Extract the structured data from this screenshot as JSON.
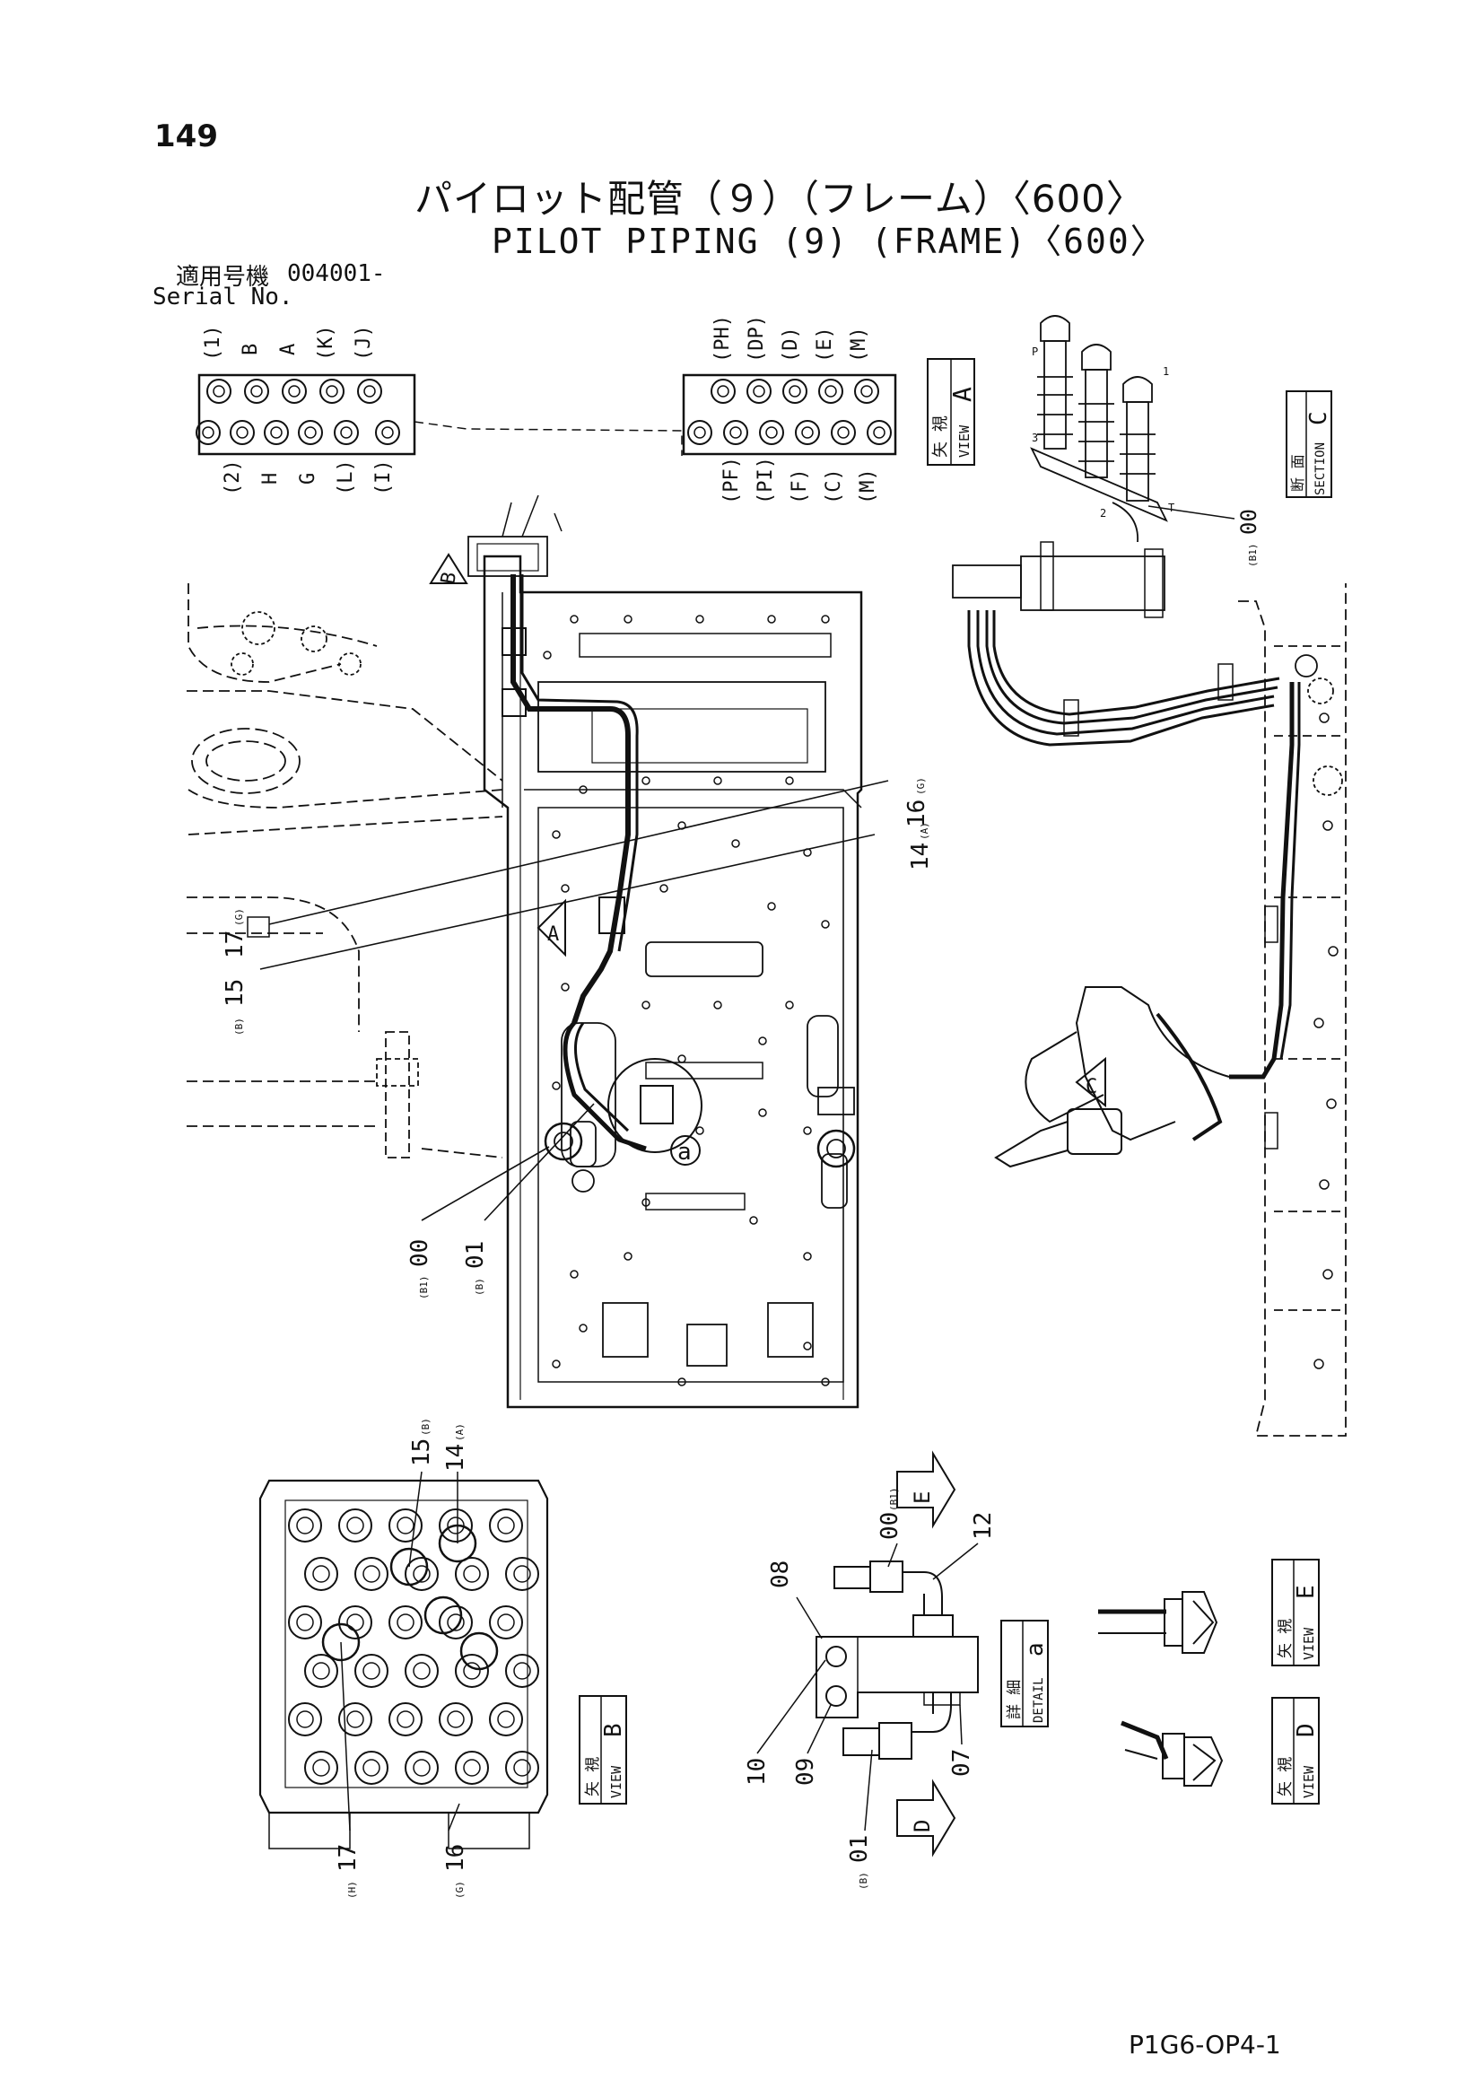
{
  "page": {
    "number": "149",
    "title_ja": "パイロット配管（９）（フレーム）〈600〉",
    "title_en": "PILOT PIPING (9) (FRAME)〈600〉",
    "serial_label_ja": "適用号機",
    "serial_value": "004001-",
    "serial_label_en": "Serial No.",
    "footer_code": "P1G6-OP4-1"
  },
  "port_blocks": {
    "left_top_labels": [
      "(1)",
      "B",
      "A",
      "(K)",
      "(J)"
    ],
    "left_bottom_labels": [
      "(2)",
      "H",
      "G",
      "(L)",
      "(I)"
    ],
    "right_top_labels": [
      "(PH)",
      "(DP)",
      "(D)",
      "(E)",
      "(M)"
    ],
    "right_bottom_labels": [
      "(PF)",
      "(PI)",
      "(F)",
      "(C)",
      "(M)"
    ]
  },
  "views": {
    "view_a": {
      "ja": "矢 視",
      "en": "VIEW",
      "letter": "A"
    },
    "section_c": {
      "ja": "断 面",
      "en": "SECTION",
      "letter": "C"
    },
    "view_b": {
      "ja": "矢 視",
      "en": "VIEW",
      "letter": "B"
    },
    "detail_a": {
      "ja": "詳 細",
      "en": "DETAIL",
      "letter": "a"
    },
    "view_e": {
      "ja": "矢 視",
      "en": "VIEW",
      "letter": "E"
    },
    "view_d": {
      "ja": "矢 視",
      "en": "VIEW",
      "letter": "D"
    }
  },
  "arrows": {
    "b": "B",
    "a": "A",
    "c": "C",
    "e": "E",
    "d": "D"
  },
  "callouts": {
    "c00_b1": "00",
    "c00_b1_sup": "(B1)",
    "c01_b": "01",
    "c01_b_sup": "(B)",
    "c14_a": "14",
    "c14_a_sup": "(A)",
    "c15_b": "15",
    "c15_b_sup": "(B)",
    "c16_g": "16",
    "c16_g_sup": "(G)",
    "c17_g": "17",
    "c17_g_sup": "(G)",
    "sec_c00": "00",
    "sec_c00_sup": "(B1)",
    "vb_15": "15",
    "vb_15_sup": "(B)",
    "vb_14": "14",
    "vb_14_sup": "(A)",
    "vb_17": "17",
    "vb_17_sup": "(H)",
    "vb_16": "16",
    "vb_16_sup": "(G)",
    "det_08": "08",
    "det_00": "00",
    "det_00_sup": "(B1)",
    "det_12": "12",
    "det_10": "10",
    "det_09": "09",
    "det_01": "01",
    "det_01_sup": "(B)",
    "det_07": "07",
    "detail_circle": "a"
  }
}
